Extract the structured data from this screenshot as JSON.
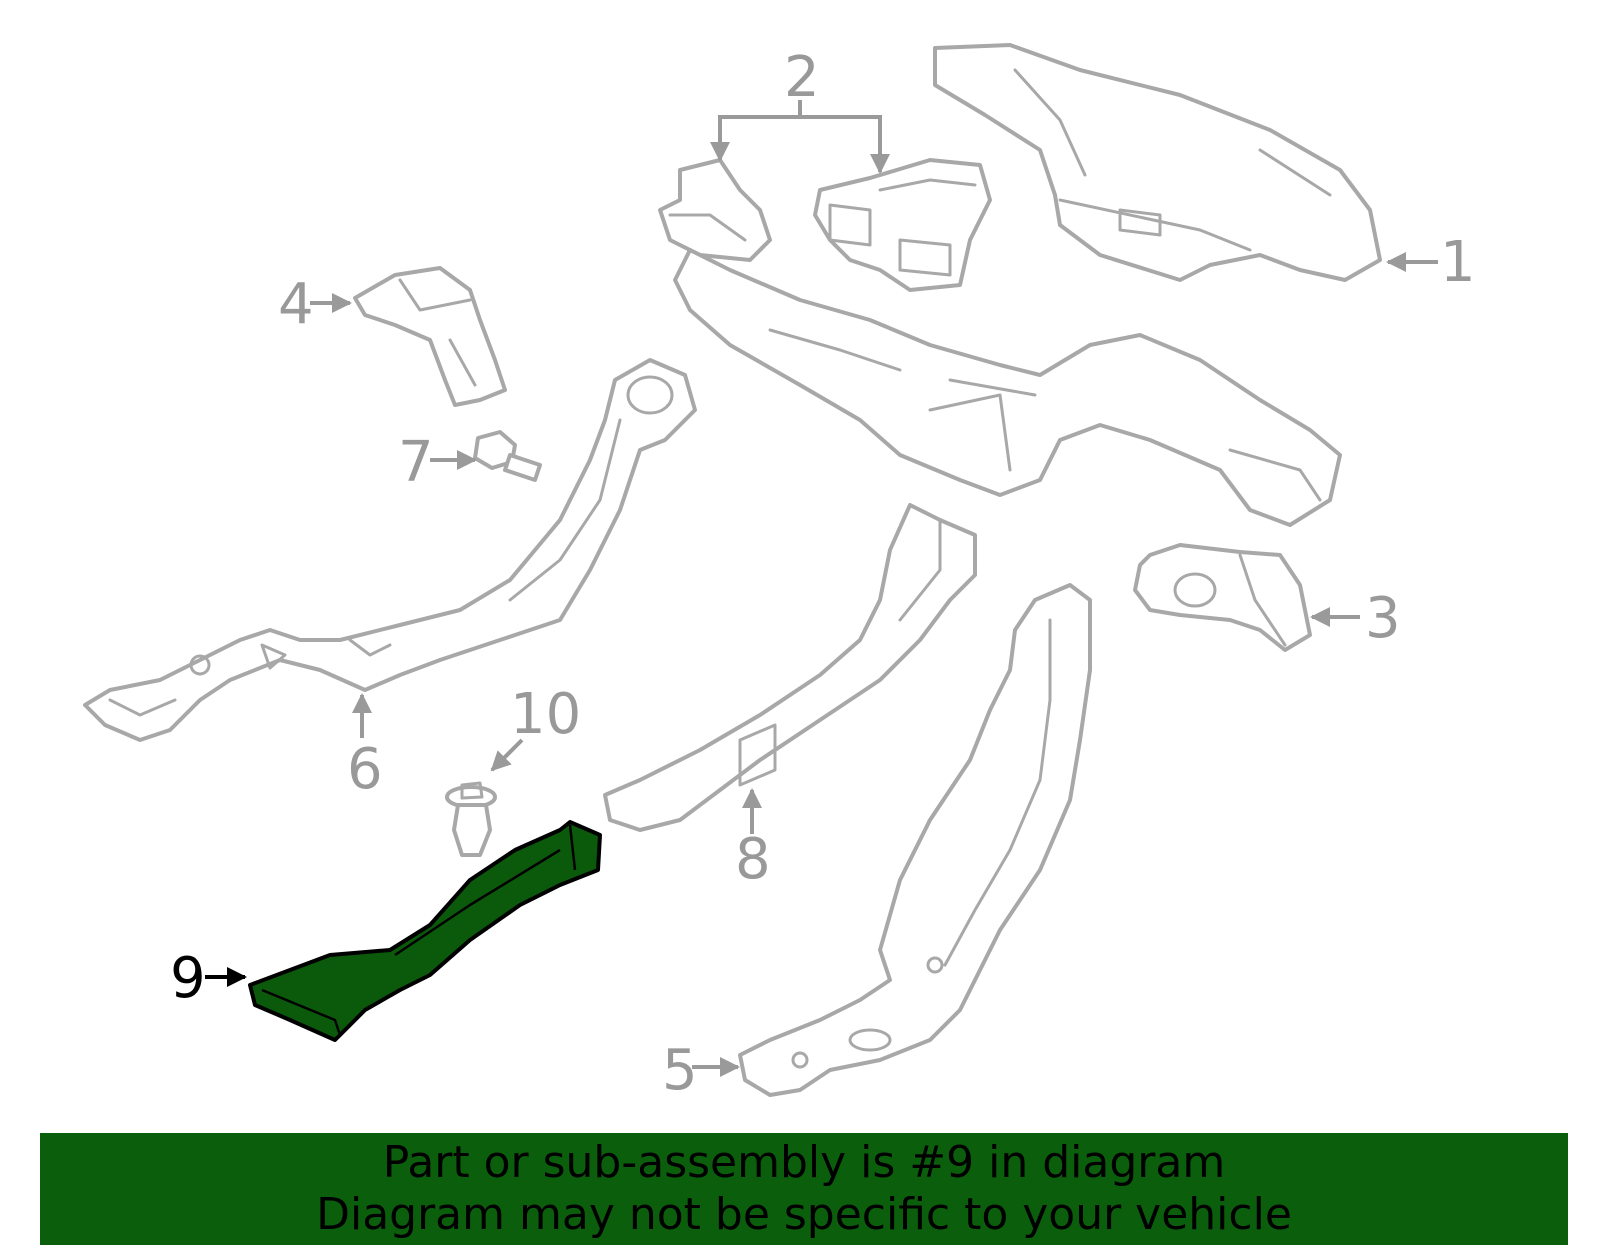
{
  "callouts": [
    "1",
    "2",
    "3",
    "4",
    "5",
    "6",
    "7",
    "8",
    "9",
    "10"
  ],
  "highlighted_part": "9",
  "highlight_color": "#0b5e0b",
  "banner": {
    "line1": "Part or sub-assembly is #9 in diagram",
    "line2": "Diagram may not be specific to your vehicle"
  }
}
